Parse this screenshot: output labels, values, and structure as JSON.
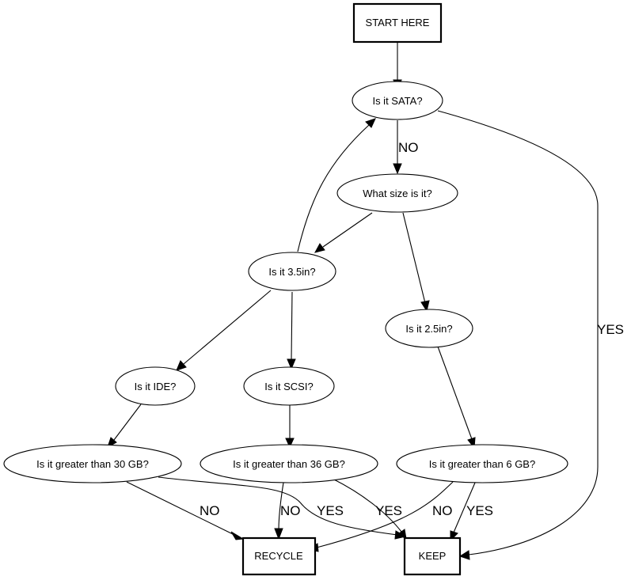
{
  "diagram": {
    "nodes": {
      "start": "START HERE",
      "sata": "Is it SATA?",
      "size": "What size is it?",
      "in35": "Is it 3.5in?",
      "in25": "Is it 2.5in?",
      "ide": "Is it IDE?",
      "scsi": "Is it SCSI?",
      "gt30": "Is it greater than 30 GB?",
      "gt36": "Is it greater than 36 GB?",
      "gt6": "Is it greater than 6 GB?",
      "recycle": "RECYCLE",
      "keep": "KEEP"
    },
    "edge_labels": {
      "sata_no": "NO",
      "sata_yes": "YES",
      "gt30_no": "NO",
      "gt30_yes": "YES",
      "gt36_no": "NO",
      "gt36_yes": "YES",
      "gt6_no": "NO",
      "gt6_yes": "YES"
    }
  }
}
